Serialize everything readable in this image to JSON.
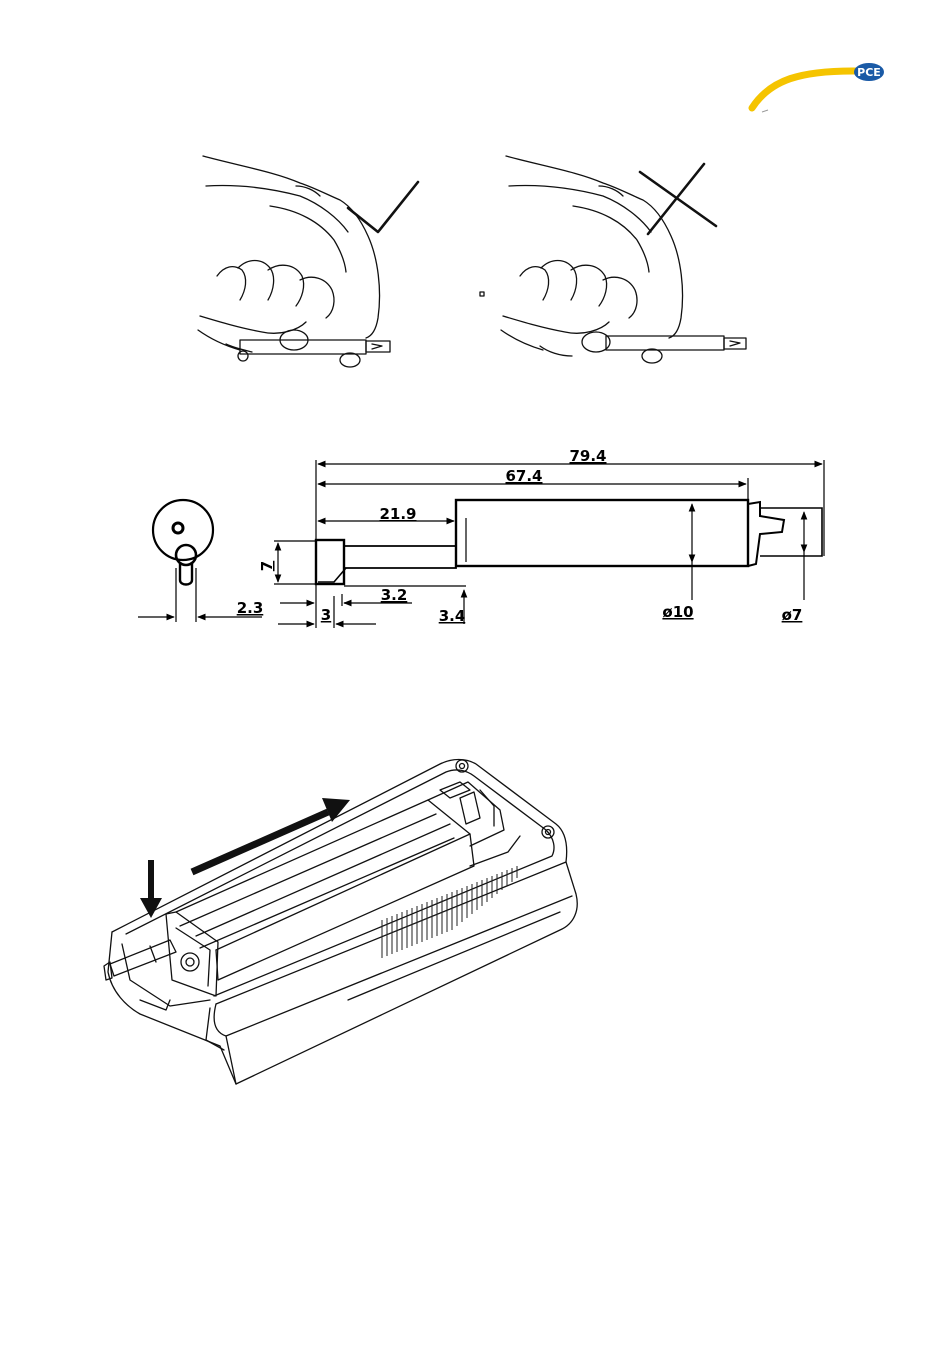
{
  "header": {
    "logo_text": "PCE",
    "logo_color": "#f5c400",
    "badge_color": "#1a5aa6"
  },
  "figure_hands": {
    "correct_mark": "check-mark",
    "wrong_mark": "cross-mark"
  },
  "figure_dimensions": {
    "labels": {
      "overall_length": "79.4",
      "body_length": "67.4",
      "probe_length": "21.9",
      "height_7": "7",
      "width_2_3": "2.3",
      "width_3": "3",
      "offset_3_2": "3.2",
      "height_3_4": "3.4",
      "dia_10": "ø10",
      "dia_7": "ø7"
    }
  },
  "figure_device": {
    "arrows": [
      "insert-direction-arrow",
      "push-down-arrow"
    ]
  }
}
